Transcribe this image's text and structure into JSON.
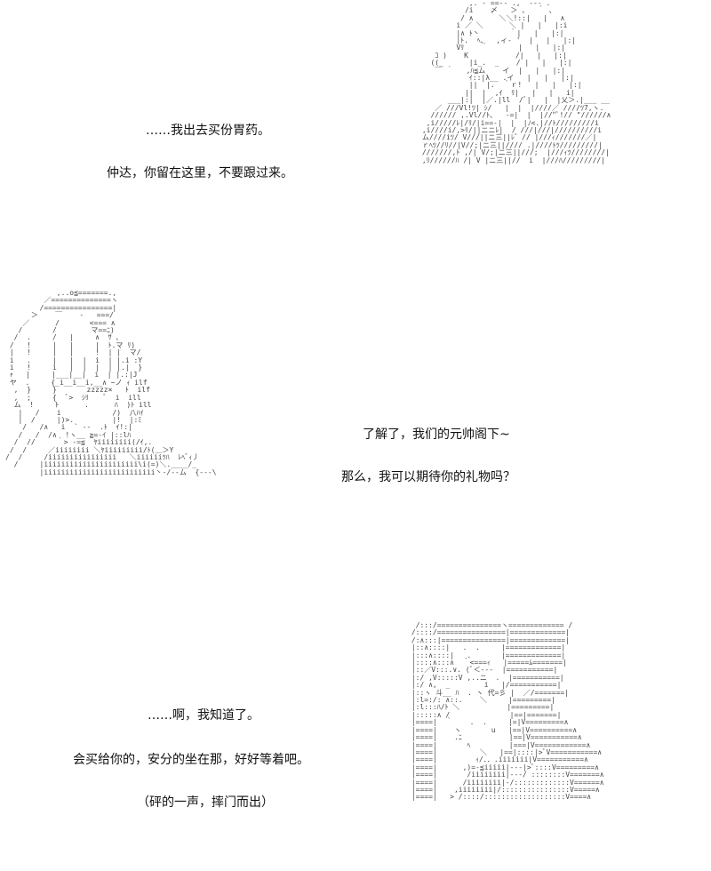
{
  "panel1": {
    "dialogue": [
      "……我出去买份胃药。",
      "仲达，你留在这里，不要跟过来。"
    ]
  },
  "panel2": {
    "dialogue": [
      "了解了，我们的元帅阁下~",
      "那么，我可以期待你的礼物吗？"
    ]
  },
  "panel3": {
    "dialogue": [
      "……啊，我知道了。",
      "会买给你的，安分的坐在那，好好等着吧。",
      "（砰的一声，摔门而出）"
    ]
  },
  "art_icons": [
    "ascii-art-figure-standing",
    "ascii-art-figure-seated",
    "ascii-art-figure-door"
  ]
}
